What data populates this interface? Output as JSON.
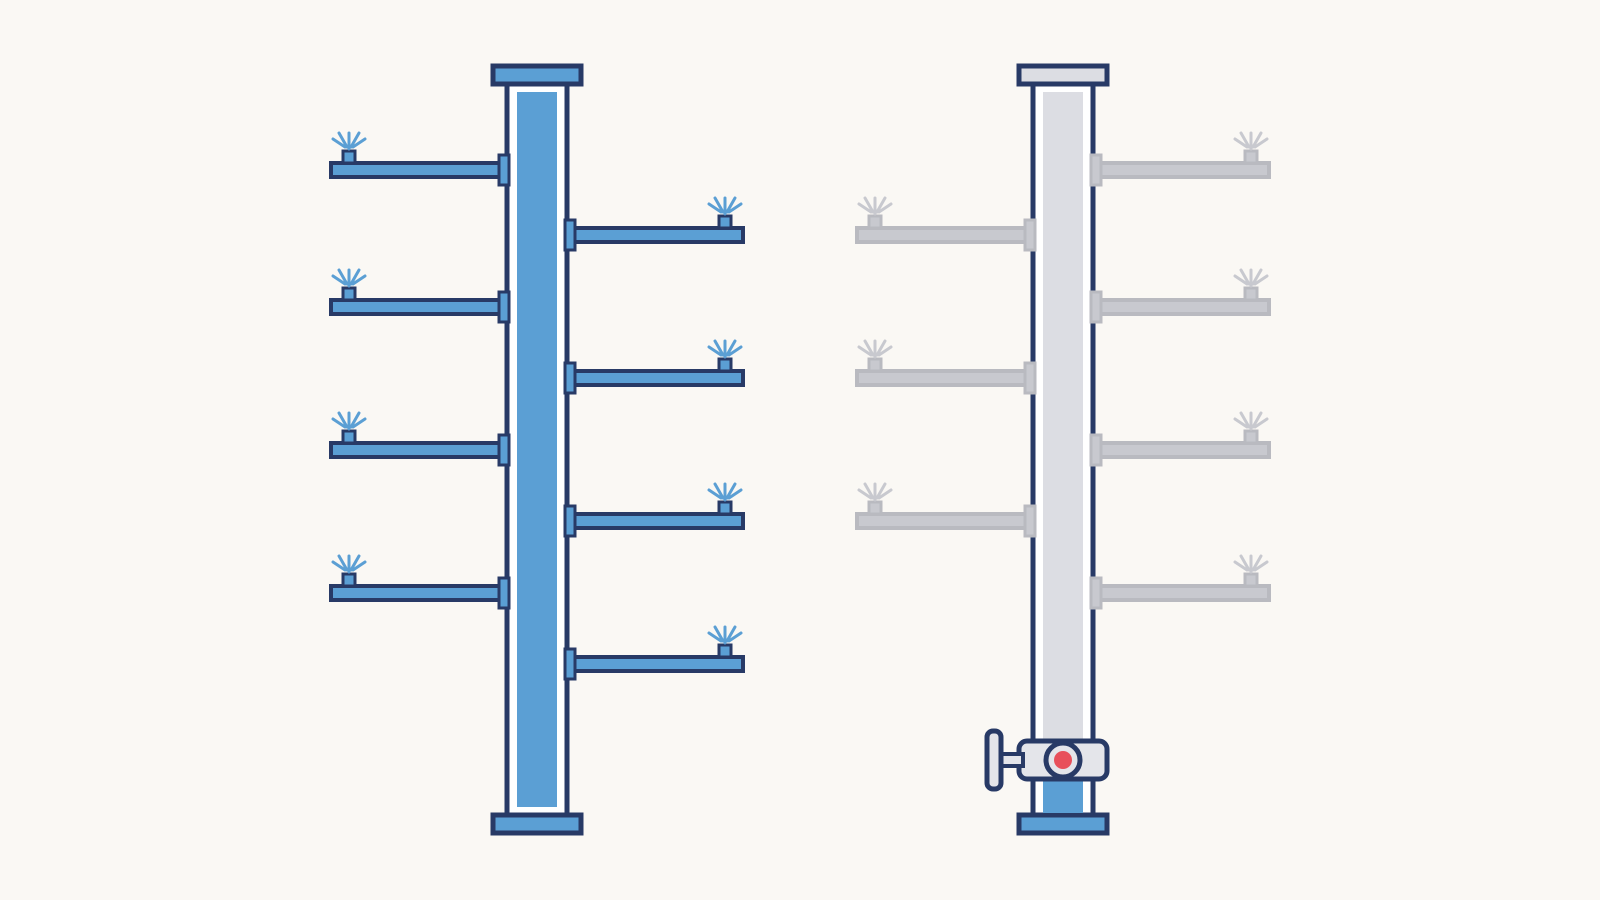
{
  "colors": {
    "background": "#faf8f4",
    "outline": "#283a66",
    "water": "#5b9fd4",
    "dry_pipe": "#dcdde3",
    "dry_branch": "#c8c9cf",
    "dry_branch_outline": "#b9bac0",
    "valve_body": "#e4e5ea",
    "valve_indicator": "#e8505b"
  },
  "risers": [
    {
      "id": "wet",
      "state": "charged",
      "valve": false,
      "branches": [
        {
          "side": "left",
          "sprinkler": "sprinkler-head-icon",
          "active": true
        },
        {
          "side": "right",
          "sprinkler": "sprinkler-head-icon",
          "active": true
        },
        {
          "side": "left",
          "sprinkler": "sprinkler-head-icon",
          "active": true
        },
        {
          "side": "right",
          "sprinkler": "sprinkler-head-icon",
          "active": true
        },
        {
          "side": "left",
          "sprinkler": "sprinkler-head-icon",
          "active": true
        },
        {
          "side": "right",
          "sprinkler": "sprinkler-head-icon",
          "active": true
        },
        {
          "side": "left",
          "sprinkler": "sprinkler-head-icon",
          "active": true
        },
        {
          "side": "right",
          "sprinkler": "sprinkler-head-icon",
          "active": true
        }
      ]
    },
    {
      "id": "dry",
      "state": "empty",
      "valve": true,
      "valve_icon": "shutoff-valve-icon",
      "branches": [
        {
          "side": "right",
          "sprinkler": "sprinkler-head-icon",
          "active": false
        },
        {
          "side": "left",
          "sprinkler": "sprinkler-head-icon",
          "active": false
        },
        {
          "side": "right",
          "sprinkler": "sprinkler-head-icon",
          "active": false
        },
        {
          "side": "left",
          "sprinkler": "sprinkler-head-icon",
          "active": false
        },
        {
          "side": "right",
          "sprinkler": "sprinkler-head-icon",
          "active": false
        },
        {
          "side": "left",
          "sprinkler": "sprinkler-head-icon",
          "active": false
        },
        {
          "side": "right",
          "sprinkler": "sprinkler-head-icon",
          "active": false
        }
      ]
    }
  ]
}
